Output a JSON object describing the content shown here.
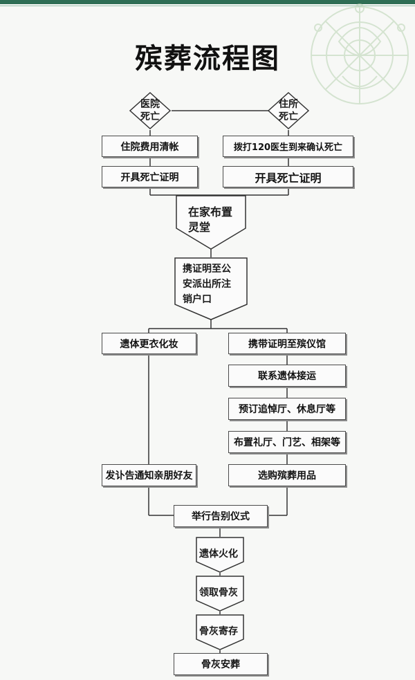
{
  "title": "殡葬流程图",
  "nodes": {
    "hospital_death": "医院\n死亡",
    "home_death": "住所\n死亡",
    "settle_bill": "住院费用清帐",
    "call_120": "拨打120医生到来确认死亡",
    "cert_left": "开具死亡证明",
    "cert_right": "开具死亡证明",
    "mourning_hall": "在家布置\n灵堂",
    "cancel_hukou": "携证明至公\n安派出所注\n销户口",
    "dress_body": "遗体更衣化妆",
    "to_funeral_home": "携带证明至殡仪馆",
    "transport_body": "联系遗体接运",
    "book_halls": "预订追悼厅、休息厅等",
    "arrange_hall": "布置礼厅、门艺、相架等",
    "notify_family": "发讣告通知亲朋好友",
    "buy_supplies": "选购殡葬用品",
    "farewell": "举行告别仪式",
    "cremation": "遗体火化",
    "collect_ashes": "领取骨灰",
    "store_ashes": "骨灰寄存",
    "bury_ashes": "骨灰安葬"
  }
}
